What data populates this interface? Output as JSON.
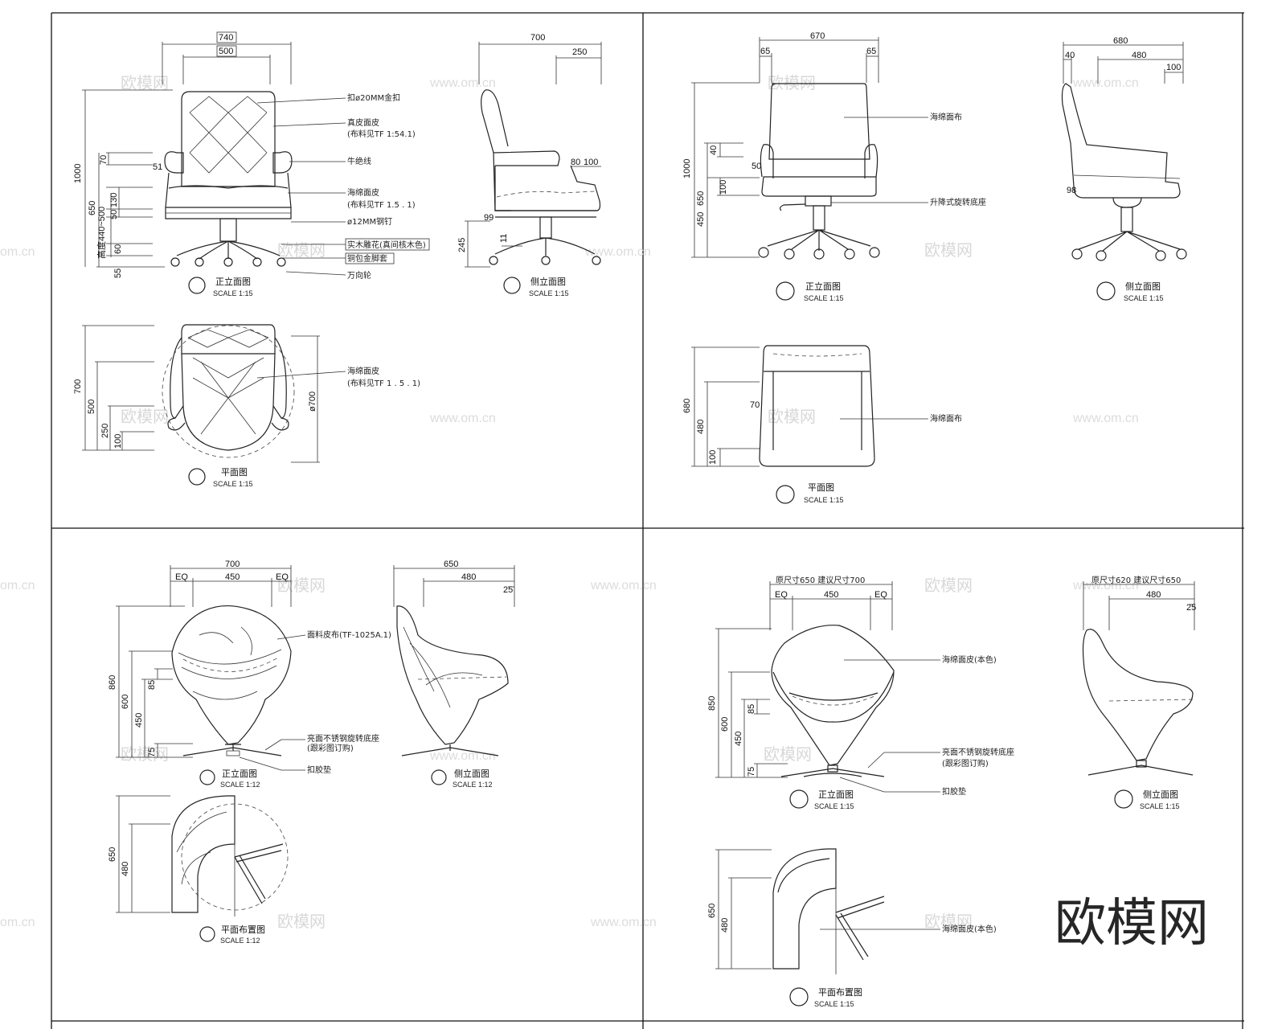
{
  "watermark": {
    "text": "欧模网",
    "url": "www.om.cn",
    "url_short": "om.cn"
  },
  "brand": "欧模网",
  "p1": {
    "front": {
      "w_outer": "740",
      "w_inner": "500",
      "h_total": "1000",
      "h_650": "650",
      "h_arm": "70",
      "h_130": "130",
      "h_seat": "高度440~500",
      "h_50": "50",
      "h_60": "60",
      "h_55": "55",
      "d51": "51",
      "notes": [
        "扣ø20MM金扣",
        "真皮面皮",
        "(布料见TF 1:54.1)",
        "牛绝线",
        "海绵面皮",
        "(布料见TF 1.5 . 1)",
        "ø12MM钢钉",
        "实木雕花(真间核木色)",
        "铜包金脚套",
        "万向轮"
      ],
      "title": "正立面图",
      "scale": "SCALE 1:15"
    },
    "side": {
      "w700": "700",
      "w250": "250",
      "w80": "80",
      "w100": "100",
      "h245": "245",
      "h11": "11",
      "h99": "99",
      "title": "侧立面图",
      "scale": "SCALE 1:15"
    },
    "plan": {
      "h700": "700",
      "h500": "500",
      "h250": "250",
      "h100": "100",
      "d700": "ø700",
      "notes": [
        "海绵面皮",
        "(布料见TF 1 . 5 . 1)"
      ],
      "title": "平面图",
      "scale": "SCALE 1:15"
    }
  },
  "p2": {
    "front": {
      "w670": "670",
      "w65a": "65",
      "w65b": "65",
      "h1000": "1000",
      "h650": "650",
      "h450": "450",
      "h40": "40",
      "h100": "100",
      "d50": "50",
      "notes": [
        "海绵面布",
        "升降式旋转底座"
      ],
      "title": "正立面图",
      "scale": "SCALE 1:15"
    },
    "side": {
      "w680": "680",
      "w40": "40",
      "w480": "480",
      "w100": "100",
      "d98": "98",
      "title": "侧立面图",
      "scale": "SCALE 1:15"
    },
    "plan": {
      "h680": "680",
      "h480": "480",
      "h100": "100",
      "d70": "70",
      "note": "海绵面布",
      "title": "平面图",
      "scale": "SCALE 1:15"
    }
  },
  "p3": {
    "front": {
      "w700": "700",
      "eqa": "EQ",
      "w450": "450",
      "eqb": "EQ",
      "h860": "860",
      "h600": "600",
      "h450": "450",
      "h85": "85",
      "h75": "75",
      "notes": [
        "面料皮布(TF-1025A.1)",
        "亮面不锈钢旋转底座",
        "(跟彩图订购)",
        "扣胶垫"
      ],
      "title": "正立面图",
      "scale": "SCALE 1:12"
    },
    "side": {
      "w650": "650",
      "w480": "480",
      "w25": "25",
      "title": "侧立面图",
      "scale": "SCALE 1:12"
    },
    "plan": {
      "h650": "650",
      "h480": "480",
      "title": "平面布置图",
      "scale": "SCALE 1:12"
    }
  },
  "p4": {
    "front": {
      "wtop": "原尺寸650  建议尺寸700",
      "eqa": "EQ",
      "w450": "450",
      "eqb": "EQ",
      "h850": "850",
      "h600": "600",
      "h450": "450",
      "h85": "85",
      "h75": "75",
      "notes": [
        "海绵面皮(本色)",
        "亮面不锈钢旋转底座",
        "(跟彩图订购)",
        "扣胶垫"
      ],
      "title": "正立面图",
      "scale": "SCALE 1:15"
    },
    "side": {
      "wtop": "原尺寸620  建议尺寸650",
      "w480": "480",
      "w25": "25",
      "title": "侧立面图",
      "scale": "SCALE 1:15"
    },
    "plan": {
      "h650": "650",
      "h480": "480",
      "note": "海绵面皮(本色)",
      "title": "平面布置图",
      "scale": "SCALE 1:15"
    }
  }
}
